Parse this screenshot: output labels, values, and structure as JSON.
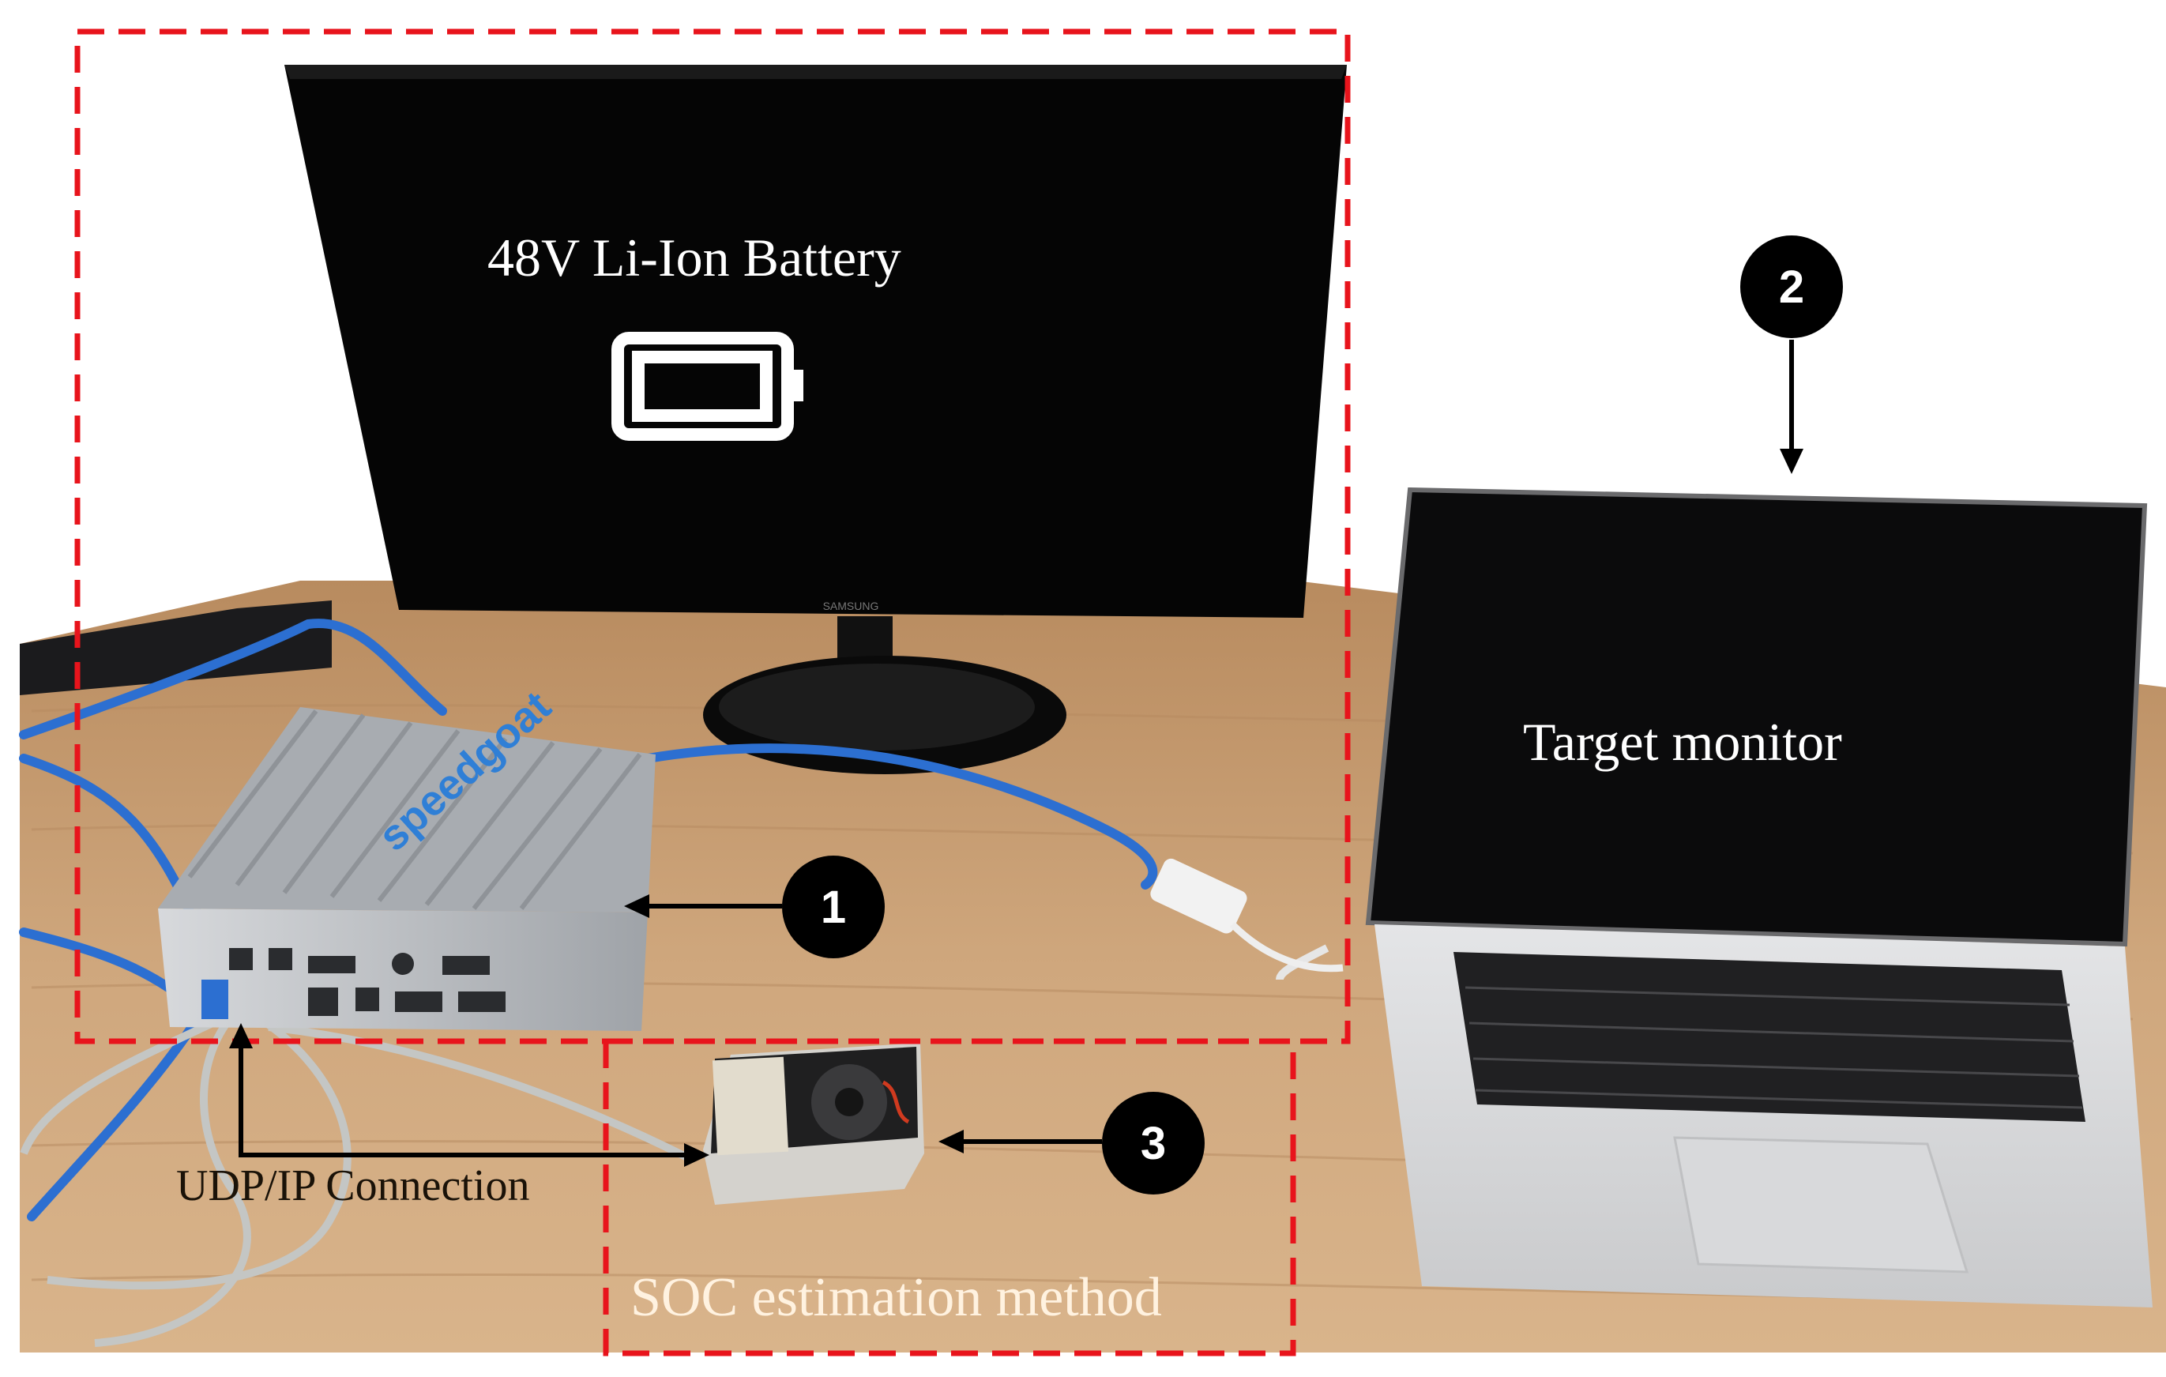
{
  "labels": {
    "battery": "48V Li-Ion Battery",
    "target_monitor": "Target monitor",
    "udp": "UDP/IP Connection",
    "soc": "SOC estimation method"
  },
  "markers": [
    "1",
    "2",
    "3"
  ],
  "colors": {
    "highlight_box": "#e8141c",
    "desk": "#caa27a",
    "screen": "#050505",
    "cable_blue": "#2c6fd1",
    "target_machine": "#b9bcc0"
  },
  "devices": {
    "monitor_brand": "SAMSUNG",
    "target_machine_brand": "speedgoat"
  }
}
